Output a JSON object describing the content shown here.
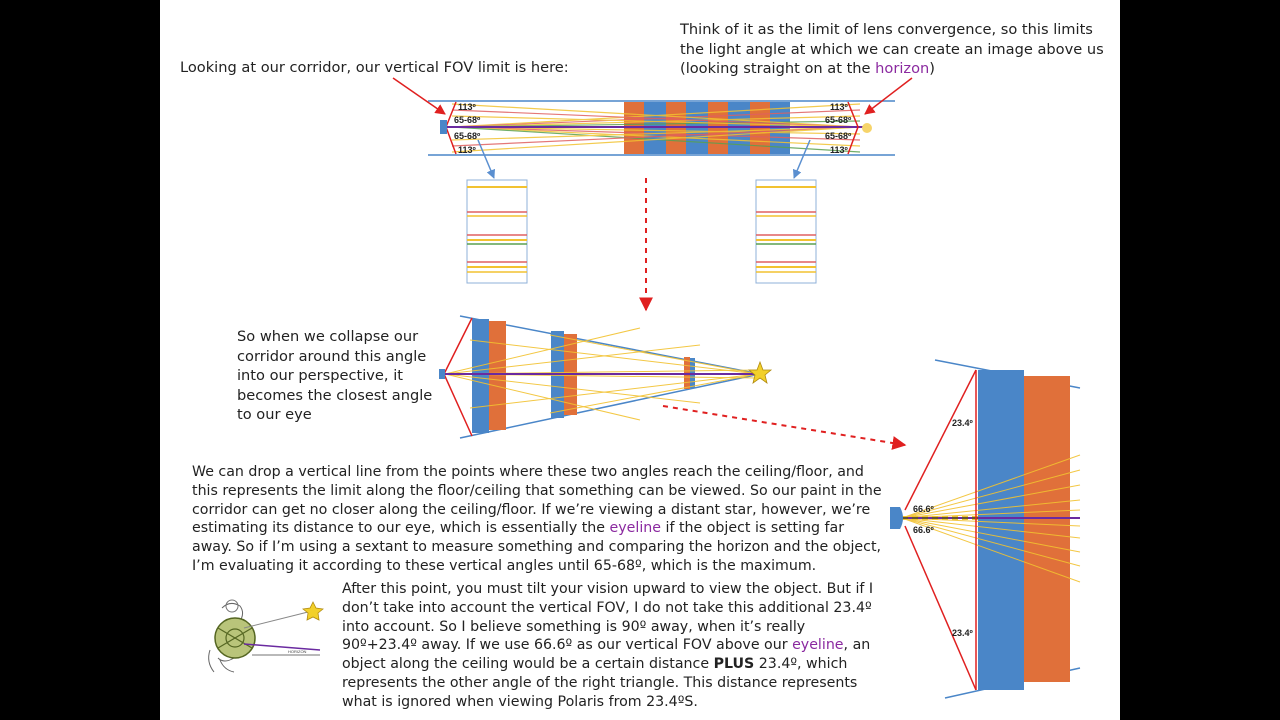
{
  "texts": {
    "top_left": "Looking at our corridor, our vertical FOV limit is here:",
    "top_right_a": "Think of it as the limit of lens convergence, so this limits the light angle at which we can create an image above us (looking straight on at the ",
    "top_right_hl": "horizon",
    "top_right_b": ")",
    "mid_left": "So when we collapse our corridor around this angle into our perspective, it becomes the closest angle to our eye",
    "para1_a": "We can drop a vertical line from the points where these two angles reach the ceiling/floor, and this represents the limit along the floor/ceiling that something can be viewed.  So our paint in the corridor can get no closer along the ceiling/floor.  If we’re viewing a distant star, however, we’re estimating its distance to our eye, which is essentially the ",
    "para1_hl": "eyeline",
    "para1_b": " if the object is setting far away.  So if I’m using a sextant to measure something and comparing the horizon and the object, I’m evaluating it according to these vertical angles until 65-68º, which is the maximum.",
    "para2_a": "After this point, you must tilt your vision upward to view the object. But if I don’t take into account the vertical FOV, I do not take this additional 23.4º into account.  So I believe something is 90º away, when it’s really 90º+23.4º away. If we use 66.6º as our vertical FOV above our ",
    "para2_hl": "eyeline",
    "para2_b": ", an object along the ceiling would be a certain distance ",
    "para2_bold": "PLUS",
    "para2_c": " 23.4º, which represents the other angle of the right triangle.  This distance represents what is ignored when viewing Polaris from 23.4ºS."
  },
  "angle_labels": {
    "a113": "113º",
    "a6568": "65-68º",
    "a234": "23.4º",
    "a666": "66.6º",
    "horizon_small": "HORIZON"
  },
  "colors": {
    "blue": "#4a86c8",
    "orange": "#e0703a",
    "red": "#e02020",
    "yellow": "#f2c230",
    "purple": "#6a2aa0",
    "highlight": "#8b2aa0"
  }
}
